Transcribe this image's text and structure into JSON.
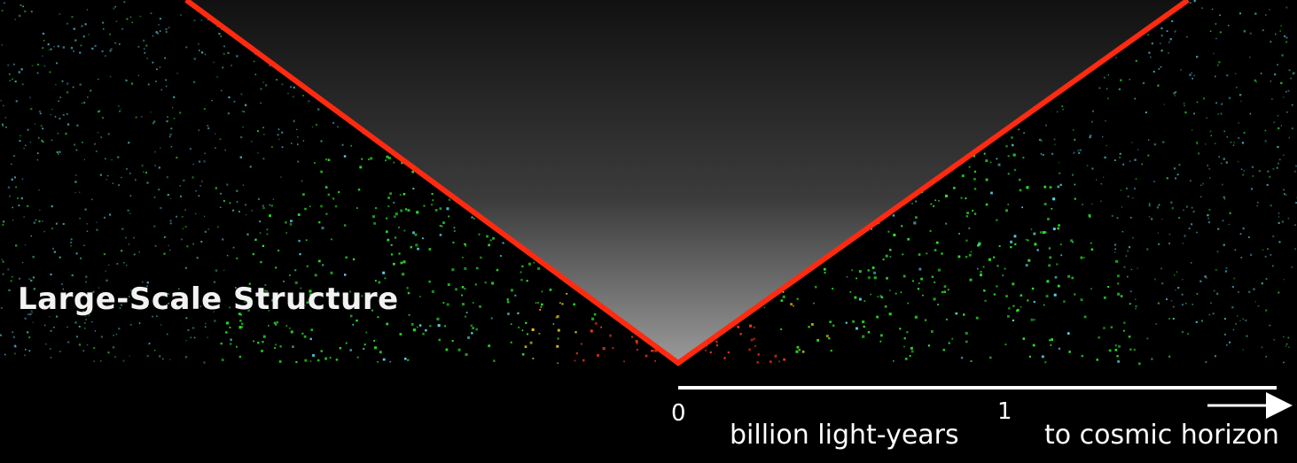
{
  "title": "Large-Scale Structure",
  "axis": {
    "tick_start": "0",
    "tick_mid": "1",
    "unit_label": "billion light-years",
    "horizon_label": "to cosmic horizon"
  },
  "colors": {
    "background": "#000000",
    "cone_outline": "#ff2a10",
    "axis_line": "#ffffff",
    "galaxies_near": "#ff3a1a",
    "galaxies_mid": "#2ee62a",
    "galaxies_far": "#5fd6e6"
  }
}
